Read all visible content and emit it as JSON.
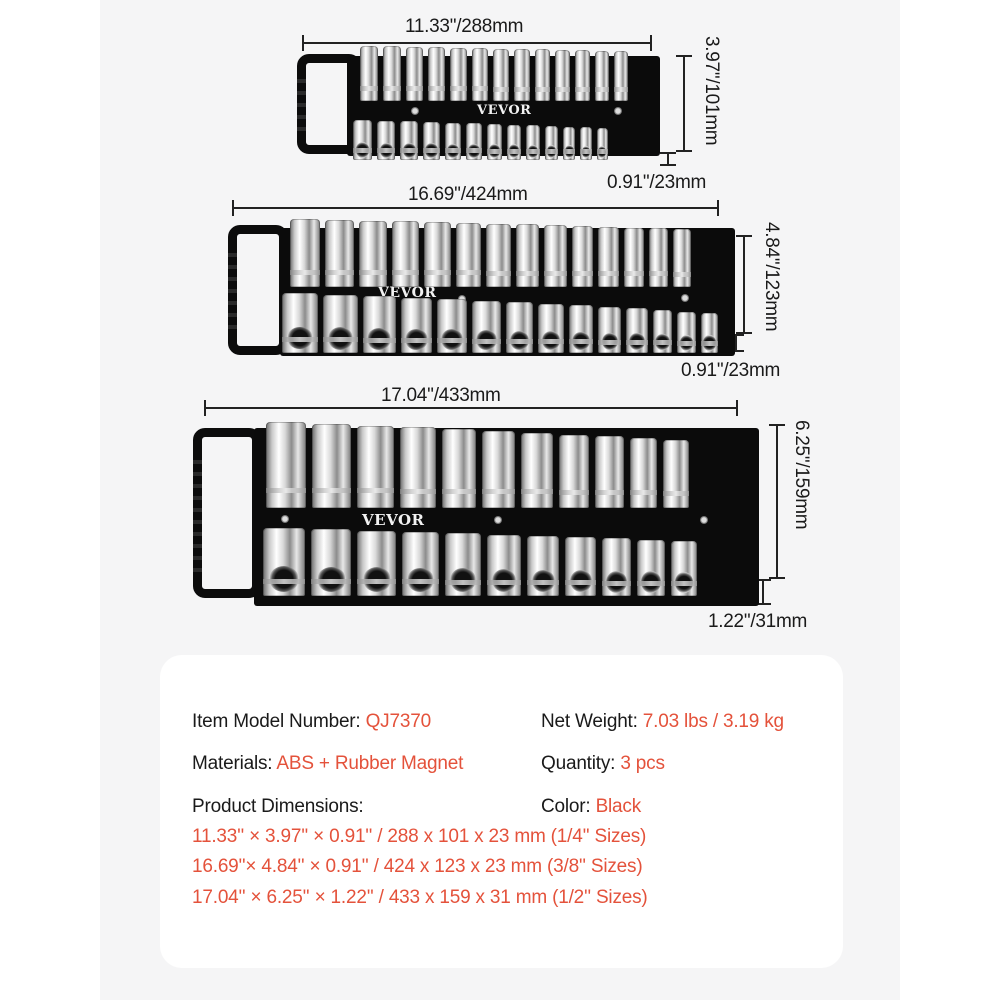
{
  "brand": "VEVOR",
  "colors": {
    "background": "#ffffff",
    "panel": "#f5f5f6",
    "card": "#ffffff",
    "tray": "#0b0b0b",
    "label_text": "#1a1a1a",
    "accent_value": "#e4523b"
  },
  "trays": [
    {
      "size": "1/4\"",
      "length_label": "11.33''/288mm",
      "height_label": "3.97''/101mm",
      "depth_label": "0.91''/23mm",
      "deep_socket_count": 13,
      "shallow_socket_count": 13
    },
    {
      "size": "3/8\"",
      "length_label": "16.69''/424mm",
      "height_label": "4.84''/123mm",
      "depth_label": "0.91''/23mm",
      "deep_socket_count": 14,
      "shallow_socket_count": 14
    },
    {
      "size": "1/2\"",
      "length_label": "17.04''/433mm",
      "height_label": "6.25''/159mm",
      "depth_label": "1.22''/31mm",
      "deep_socket_count": 11,
      "shallow_socket_count": 11
    }
  ],
  "specs": {
    "model": {
      "label": "Item Model Number: ",
      "value": "QJ7370"
    },
    "weight": {
      "label": "Net Weight: ",
      "value": "7.03 lbs / 3.19 kg"
    },
    "materials": {
      "label": "Materials: ",
      "value": "ABS + Rubber Magnet"
    },
    "quantity": {
      "label": "Quantity: ",
      "value": "3 pcs"
    },
    "dimensions": {
      "label": "Product Dimensions:"
    },
    "color": {
      "label": "Color: ",
      "value": "Black"
    },
    "dimension_lines": [
      "11.33'' × 3.97'' × 0.91'' / 288 x 101 x 23 mm (1/4'' Sizes)",
      "16.69''× 4.84'' × 0.91'' / 424 x 123 x 23 mm (3/8'' Sizes)",
      "17.04'' × 6.25'' × 1.22'' / 433 x 159 x 31 mm (1/2'' Sizes)"
    ]
  }
}
